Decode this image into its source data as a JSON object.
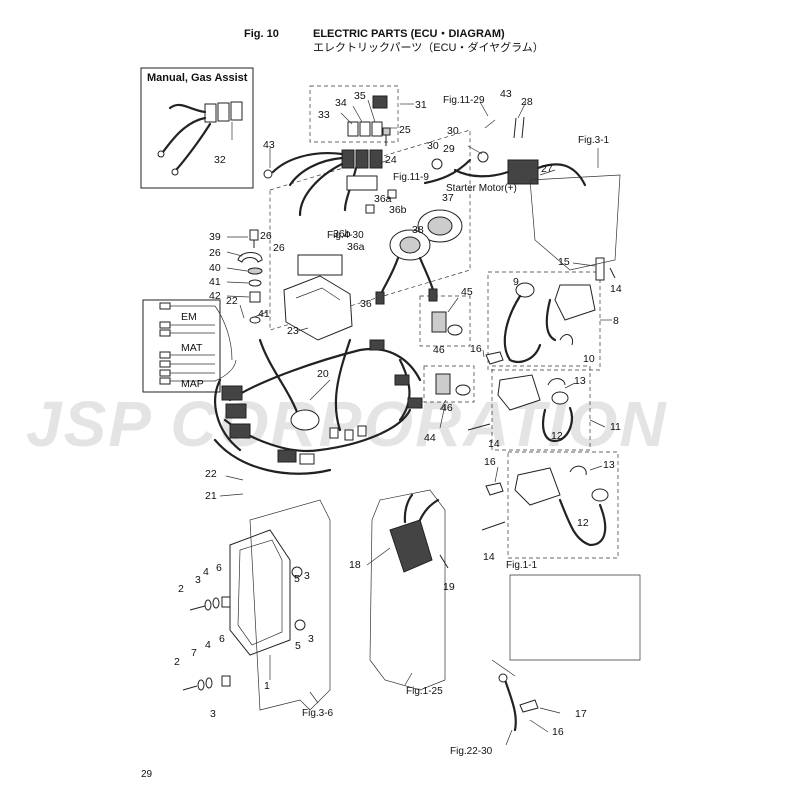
{
  "header": {
    "fig_no": "Fig. 10",
    "title_en": "ELECTRIC PARTS (ECU・DIAGRAM)",
    "title_jp": "エレクトリックパーツ（ECU・ダイヤグラム）"
  },
  "inset": {
    "title": "Manual, Gas Assist",
    "part": "32"
  },
  "refs": {
    "fig11_29": "Fig.11-29",
    "fig11_9": "Fig.11-9",
    "fig4_30": "Fig.4-30",
    "fig3_1": "Fig.3-1",
    "fig1_1": "Fig.1-1",
    "fig1_25": "Fig.1-25",
    "fig3_6": "Fig.3-6",
    "fig22_30": "Fig.22-30",
    "starter": "Starter Motor(+)"
  },
  "connector_labels": {
    "em": "EM",
    "mat": "MAT",
    "map": "MAP"
  },
  "callouts": {
    "c1": "1",
    "c2a": "2",
    "c2b": "2",
    "c3a": "3",
    "c3b": "3",
    "c3c": "3",
    "c3d": "3",
    "c4a": "4",
    "c4b": "4",
    "c5a": "5",
    "c5b": "5",
    "c6a": "6",
    "c6b": "6",
    "c7": "7",
    "c8": "8",
    "c9": "9",
    "c10": "10",
    "c11": "11",
    "c12a": "12",
    "c12b": "12",
    "c13a": "13",
    "c13b": "13",
    "c14a": "14",
    "c14b": "14",
    "c14c": "14",
    "c15": "15",
    "c16a": "16",
    "c16b": "16",
    "c16c": "16",
    "c17": "17",
    "c18": "18",
    "c19": "19",
    "c20": "20",
    "c21": "21",
    "c22a": "22",
    "c22b": "22",
    "c23": "23",
    "c24": "24",
    "c25": "25",
    "c26a": "26",
    "c26b": "26",
    "c27": "27",
    "c28": "28",
    "c29": "29",
    "c30a": "30",
    "c30b": "30",
    "c31": "31",
    "c33": "33",
    "c34": "34",
    "c35": "35",
    "c36a": "36",
    "c36b": "36a",
    "c36c": "36a",
    "c36d": "36b",
    "c36e": "36b",
    "c37": "37",
    "c38": "38",
    "c39": "39",
    "c40": "40",
    "c41a": "41",
    "c41b": "41",
    "c42": "42",
    "c43a": "43",
    "c43b": "43",
    "c44": "44",
    "c45": "45",
    "c46a": "46",
    "c46b": "46"
  },
  "watermark": "JSP CORPORATION",
  "footer": {
    "page_number": "29"
  }
}
